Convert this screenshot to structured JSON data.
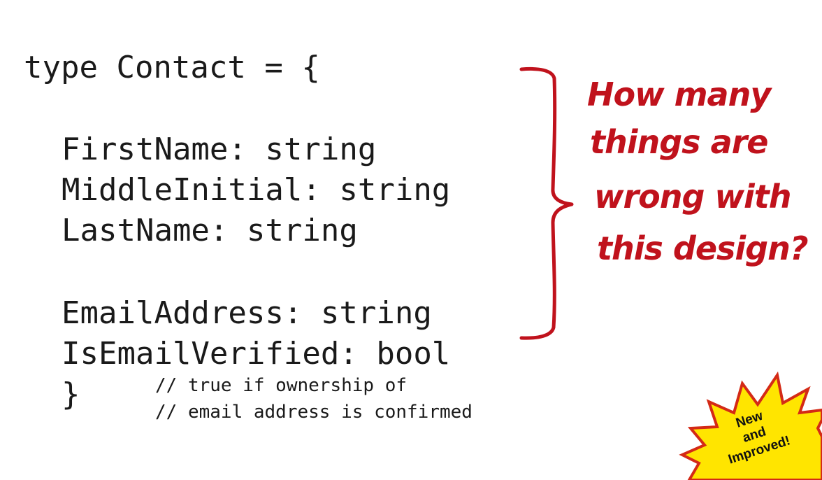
{
  "code": {
    "line_open": "type Contact = {",
    "line_first_name": "FirstName: string",
    "line_middle_initial": "MiddleInitial: string",
    "line_last_name": "LastName: string",
    "line_email_address": "EmailAddress: string",
    "line_is_email_verified": "IsEmailVerified: bool",
    "line_close": "}",
    "comment_line_1": "// true if ownership of",
    "comment_line_2": "// email address is confirmed"
  },
  "annotation": {
    "line_1": "How many",
    "line_2": "things are",
    "line_3": "wrong with",
    "line_4": "this design?",
    "color": "#c0121c"
  },
  "badge": {
    "line_1": "New",
    "line_2": "and",
    "line_3": "Improved!",
    "fill_color": "#ffe500",
    "outline_color": "#d42a16"
  }
}
